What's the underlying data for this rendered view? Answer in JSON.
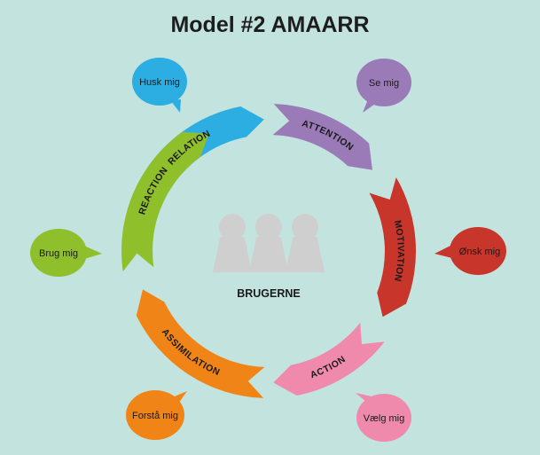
{
  "title": "Model #2 AMAARR",
  "center_label": "BRUGERNE",
  "colors": {
    "background": "#c3e4de",
    "relation": "#2caee3",
    "attention": "#9a7bb8",
    "motivation": "#c8352b",
    "action": "#ef8aad",
    "assimilation": "#f18416",
    "reaction": "#8fbf2a",
    "users": "#cfcfcf"
  },
  "segments": [
    {
      "id": "relation",
      "label": "RELATION",
      "bubble": "Husk mig",
      "color": "#2caee3"
    },
    {
      "id": "attention",
      "label": "ATTENTION",
      "bubble": "Se mig",
      "color": "#9a7bb8"
    },
    {
      "id": "motivation",
      "label": "MOTIVATION",
      "bubble": "Ønsk mig",
      "color": "#c8352b"
    },
    {
      "id": "action",
      "label": "ACTION",
      "bubble": "Vælg mig",
      "color": "#ef8aad"
    },
    {
      "id": "assimilation",
      "label": "ASSIMILATION",
      "bubble": "Forstå mig",
      "color": "#f18416"
    },
    {
      "id": "reaction",
      "label": "REACTION",
      "bubble": "Brug mig",
      "color": "#8fbf2a"
    }
  ]
}
